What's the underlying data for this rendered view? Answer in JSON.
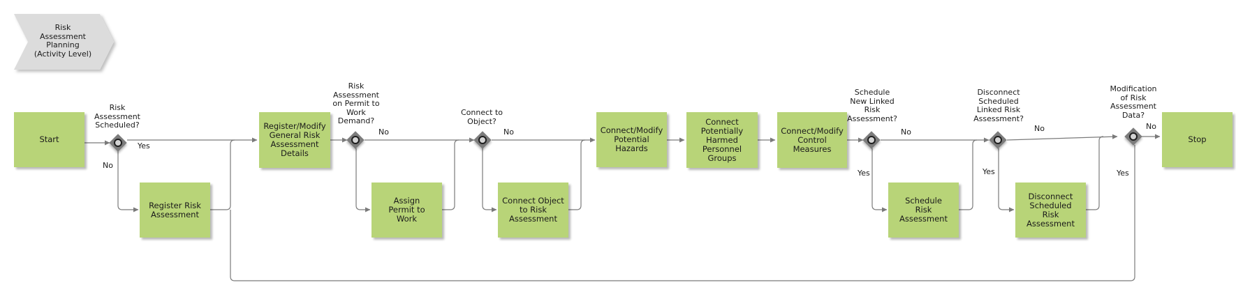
{
  "title_chevron": "Risk\nAssessment\nPlanning\n(Activity Level)",
  "activities": {
    "start": "Start",
    "register_risk": "Register Risk\nAssessment",
    "register_modify": "Register/Modify\nGeneral Risk\nAssessment\nDetails",
    "assign_permit": "Assign\nPermit to\nWork",
    "connect_object": "Connect Object\nto Risk\nAssessment",
    "connect_hazards": "Connect/Modify\nPotential Hazards",
    "connect_harmed": "Connect\nPotentially\nHarmed\nPersonnel\nGroups",
    "connect_control": "Connect/Modify\nControl\nMeasures",
    "schedule_risk": "Schedule\nRisk\nAssessment",
    "disconnect_scheduled": "Disconnect\nScheduled\nRisk\nAssessment",
    "stop": "Stop"
  },
  "gateways": {
    "g1": "Risk\nAssessment\nScheduled?",
    "g2": "Risk\nAssessment\non Permit to\nWork\nDemand?",
    "g3": "Connect to\nObject?",
    "g4": "Schedule\nNew Linked\nRisk\nAssessment?",
    "g5": "Disconnect\nScheduled\nLinked Risk\nAssessment?",
    "g6": "Modification\nof Risk\nAssessment\nData?"
  },
  "edge_labels": {
    "g1_yes": "Yes",
    "g1_no": "No",
    "g2_no": "No",
    "g3_no": "No",
    "g4_no": "No",
    "g4_yes": "Yes",
    "g5_no": "No",
    "g5_yes": "Yes",
    "g6_no": "No",
    "g6_yes": "Yes"
  },
  "colors": {
    "activity_fill": "#b8d478",
    "chevron_fill": "#dcdcdc",
    "gateway_fill": "#7c7c7c",
    "connector": "#7a7a7a"
  }
}
